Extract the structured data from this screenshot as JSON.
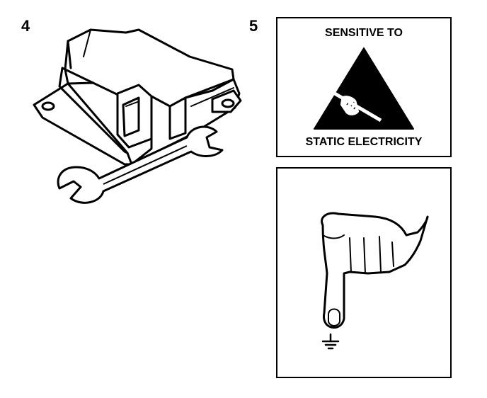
{
  "steps": {
    "left_number": "4",
    "right_number": "5"
  },
  "esd_label": {
    "top_text": "SENSITIVE TO",
    "bottom_text": "STATIC ELECTRICITY"
  },
  "colors": {
    "ink": "#000000",
    "paper": "#ffffff"
  },
  "icons": {
    "module": "control-module-icon",
    "wrench": "wrench-icon",
    "esd": "esd-hand-triangle-icon",
    "finger": "pointing-finger-icon",
    "ground": "ground-symbol-icon"
  }
}
